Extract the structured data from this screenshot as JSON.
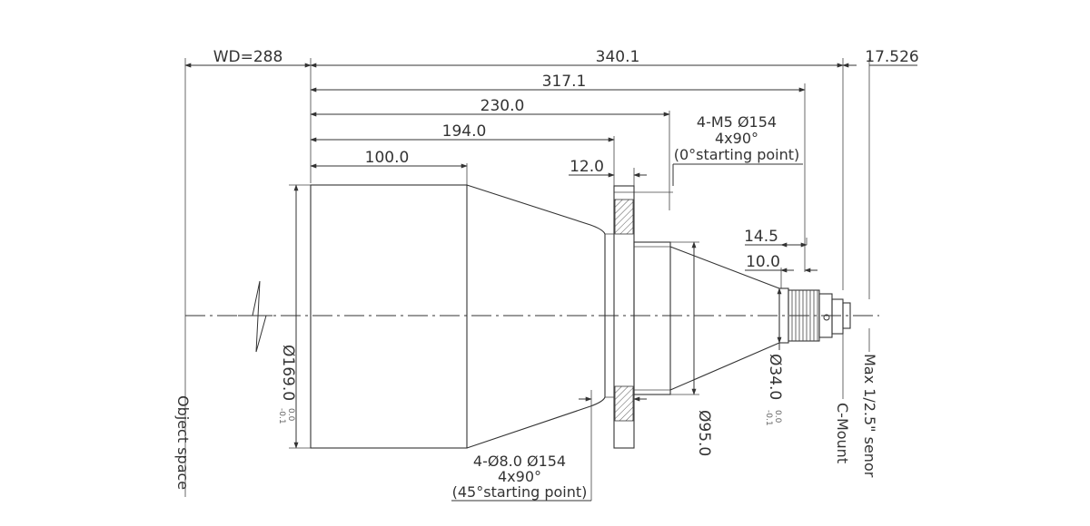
{
  "dimensions": {
    "wd": "WD=288",
    "total_length": "340.1",
    "back_focal": "17.526",
    "length_317": "317.1",
    "length_230": "230.0",
    "length_194": "194.0",
    "length_100": "100.0",
    "flange_thickness": "12.0",
    "mount_offset_14": "14.5",
    "mount_offset_10": "10.0",
    "front_dia": "Ø169.0",
    "front_dia_tol_upper": "0.0",
    "front_dia_tol_lower": "-0.1",
    "mid_dia": "Ø95.0",
    "rear_dia": "Ø34.0",
    "rear_dia_tol_upper": "0.0",
    "rear_dia_tol_lower": "-0.1"
  },
  "notes": {
    "screw_line1": "4-M5 Ø154",
    "screw_line2": "4x90°",
    "screw_line3": "(0°starting point)",
    "hole_line1": "4-Ø8.0  Ø154",
    "hole_line2": "4x90°",
    "hole_line3": "(45°starting point)"
  },
  "labels": {
    "object_space": "Object space",
    "c_mount": "C-Mount",
    "sensor": "Max 1/2.5\" senor"
  }
}
